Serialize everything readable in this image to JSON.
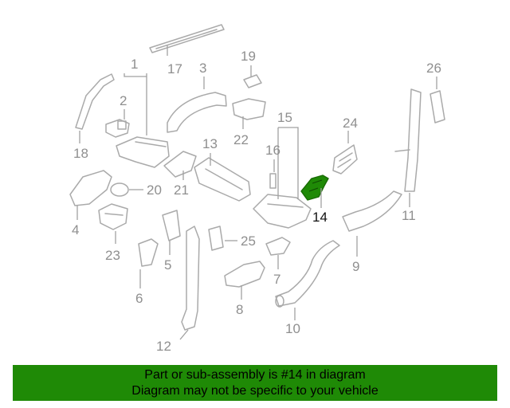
{
  "diagram": {
    "callouts": [
      "1",
      "2",
      "3",
      "4",
      "5",
      "6",
      "7",
      "8",
      "9",
      "10",
      "11",
      "12",
      "13",
      "14",
      "15",
      "16",
      "17",
      "18",
      "19",
      "20",
      "21",
      "22",
      "23",
      "24",
      "25",
      "26"
    ],
    "highlighted_part": "14",
    "colors": {
      "highlight_fill": "#1f8a06",
      "part_stroke": "#aaaaaa",
      "label": "#8f8f8f"
    }
  },
  "banner": {
    "line1": "Part or sub-assembly is #14 in diagram",
    "line2": "Diagram may not be specific to your vehicle",
    "background": "#1f8a06"
  }
}
